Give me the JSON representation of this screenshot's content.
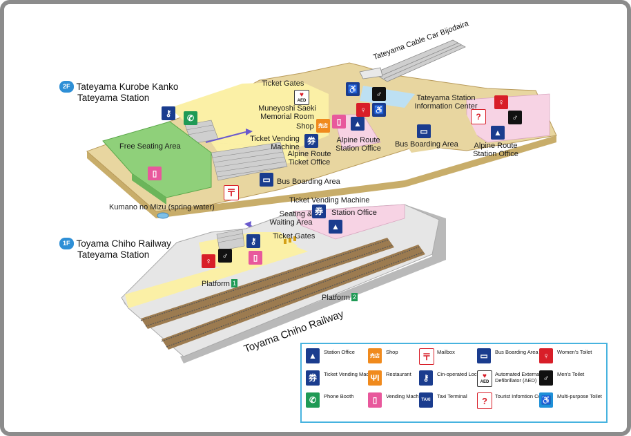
{
  "floors": {
    "f2": {
      "badge": "2F",
      "line1": "Tateyama Kurobe Kanko",
      "line2": "Tateyama Station"
    },
    "f1": {
      "badge": "1F",
      "line1": "Toyama Chiho Railway",
      "line2": "Tateyama Station"
    }
  },
  "labels": {
    "cable_car": "Tateyama Cable Car  Bijodaira",
    "ticket_gates_2f": "Ticket Gates",
    "muneyoshi_1": "Muneyoshi Saeki",
    "muneyoshi_2": "Memorial Room",
    "shop": "Shop",
    "tvm_2f_1": "Ticket Vending",
    "tvm_2f_2": "Machine",
    "alpine_so_1": "Alpine Route",
    "alpine_so_2": "Station Office",
    "alpine_to_1": "Alpine Route",
    "alpine_to_2": "Ticket Office",
    "free_seating": "Free Seating Area",
    "info_center_1": "Tateyama Station",
    "info_center_2": "Information Center",
    "bus_boarding_right": "Bus Boarding Area",
    "alpine_so_right_1": "Alpine Route",
    "alpine_so_right_2": "Station Office",
    "bus_boarding_center": "Bus Boarding Area",
    "kumano": "Kumano no Mizu (spring water)",
    "tvm_1f": "Ticket Vending Machine",
    "seating_1": "Seating &",
    "seating_2": "Waiting Area",
    "station_office_1f": "Station Office",
    "ticket_gates_1f": "Ticket Gates",
    "platform_1": "Platform",
    "platform_1_num": "1",
    "platform_2": "Platform",
    "platform_2_num": "2",
    "railway": "Toyama Chiho Railway"
  },
  "icon_glyphs": {
    "ticket": "券",
    "shop": "売店",
    "mailbox": "〒",
    "taxi": "TAXI",
    "question": "?",
    "aed": "AED"
  },
  "legend": [
    {
      "icon": "station-office-icon",
      "label": "Station Office"
    },
    {
      "icon": "shop-icon",
      "label": "Shop"
    },
    {
      "icon": "mailbox-icon",
      "label": "Mailbox"
    },
    {
      "icon": "bus-icon",
      "label": "Bus Boarding Area"
    },
    {
      "icon": "womens-toilet-icon",
      "label": "Women's Toilet"
    },
    {
      "icon": "ticket-vending-icon",
      "label": "Ticket Vending Machine"
    },
    {
      "icon": "restaurant-icon",
      "label": "Restaurant"
    },
    {
      "icon": "locker-icon",
      "label": "Cin-operated Locker"
    },
    {
      "icon": "aed-icon",
      "label": "Automated External Defibrillator (AED)"
    },
    {
      "icon": "mens-toilet-icon",
      "label": "Men's Toilet"
    },
    {
      "icon": "phone-icon",
      "label": "Phone Booth"
    },
    {
      "icon": "vending-icon",
      "label": "Vending Machine"
    },
    {
      "icon": "taxi-icon",
      "label": "Taxi Terminal"
    },
    {
      "icon": "info-center-icon",
      "label": "Tourist Infomtion Center"
    },
    {
      "icon": "accessible-toilet-icon",
      "label": "Multi-purpose Toilet"
    }
  ],
  "colors": {
    "frame": "#8c8c8c",
    "floor_yellow": "#fbf0a6",
    "floor_tan": "#e8d6a0",
    "seating_green": "#8fd07a",
    "office_pink": "#f7d3e4",
    "legend_border": "#47b3df",
    "icon_blue": "#1a3c8e",
    "icon_red": "#d81e28",
    "icon_green": "#1f9a55",
    "icon_pink": "#e8589c",
    "icon_orange": "#f08a1d"
  }
}
